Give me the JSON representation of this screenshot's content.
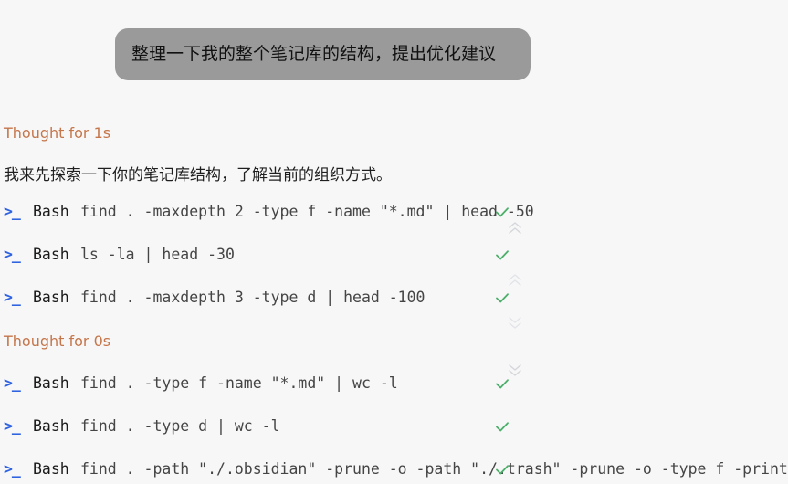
{
  "user_message": "整理一下我的整个笔记库的结构，提出优化建议",
  "thoughts": [
    "Thought for 1s",
    "Thought for 0s"
  ],
  "assistant_text": "我来先探索一下你的笔记库结构，了解当前的组织方式。",
  "prompt_glyph": ">_",
  "tool_calls": [
    {
      "tool": "Bash",
      "command": "find . -maxdepth 2 -type f -name \"*.md\" | head -50",
      "status": "done"
    },
    {
      "tool": "Bash",
      "command": "ls -la | head -30",
      "status": "done"
    },
    {
      "tool": "Bash",
      "command": "find . -maxdepth 3 -type d | head -100",
      "status": "done"
    },
    {
      "tool": "Bash",
      "command": "find . -type f -name \"*.md\" | wc -l",
      "status": "done"
    },
    {
      "tool": "Bash",
      "command": "find . -type d | wc -l",
      "status": "done"
    },
    {
      "tool": "Bash",
      "command": "find . -path \"./.obsidian\" -prune -o -path \"./.trash\" -prune -o -type f -print",
      "status": "done"
    }
  ],
  "colors": {
    "background": "#f7f7f8",
    "user_bubble": "#9a9a9a",
    "thought": "#c5764a",
    "prompt_icon": "#2f63e0",
    "check": "#4caf6a"
  },
  "icons": {
    "prompt": "terminal-prompt-icon",
    "status": "check-icon",
    "scroll": "chevron-up-icon"
  }
}
